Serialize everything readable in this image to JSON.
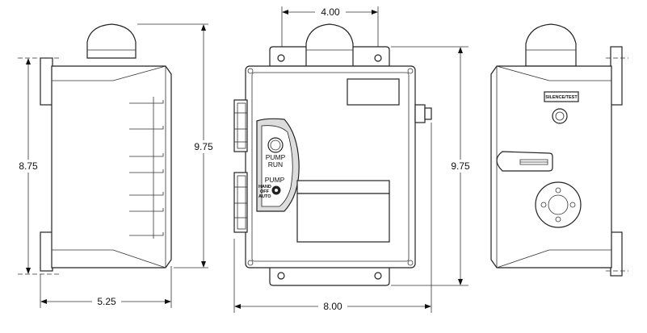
{
  "dimensions": {
    "top_width": "4.00",
    "side_height_left": "8.75",
    "side_height_mid": "9.75",
    "front_height": "9.75",
    "side_depth": "5.25",
    "front_width": "8.00"
  },
  "panel": {
    "pump_run_line1": "PUMP",
    "pump_run_line2": "RUN",
    "pump_switch_title": "PUMP",
    "switch_hand": "HAND",
    "switch_off": "OFF",
    "switch_auto": "AUTO"
  },
  "right_view": {
    "silence_test": "SILENCE/TEST"
  }
}
